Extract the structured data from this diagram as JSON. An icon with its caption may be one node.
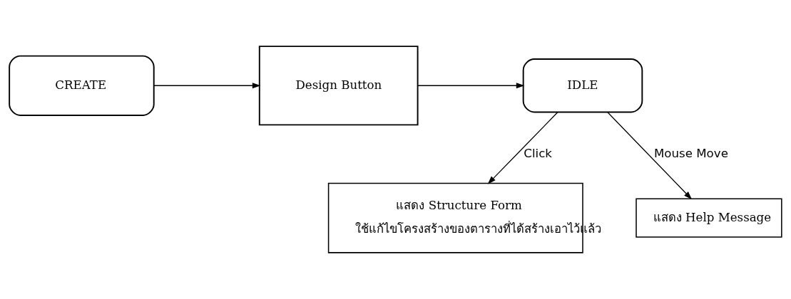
{
  "diagram": {
    "nodes": [
      {
        "text": [
          "CREATE"
        ]
      },
      {
        "text": [
          "Design Button"
        ]
      },
      {
        "text": [
          "IDLE"
        ]
      },
      {
        "text": [
          "แสดง Structure Form",
          "ใช้แก้ไขโครงสร้างของตารางที่ได้สร้างเอาไว้แล้ว"
        ]
      },
      {
        "text": [
          "แสดง Help Message"
        ]
      }
    ],
    "edges": [
      {
        "from": 0,
        "to": 1,
        "arrow": "to"
      },
      {
        "from": 1,
        "to": 2,
        "arrow": "to"
      },
      {
        "from": 2,
        "to": 3,
        "arrow": "to",
        "label": "Click"
      },
      {
        "from": 2,
        "to": 4,
        "arrow": "to",
        "label": "Mouse Move"
      }
    ]
  }
}
